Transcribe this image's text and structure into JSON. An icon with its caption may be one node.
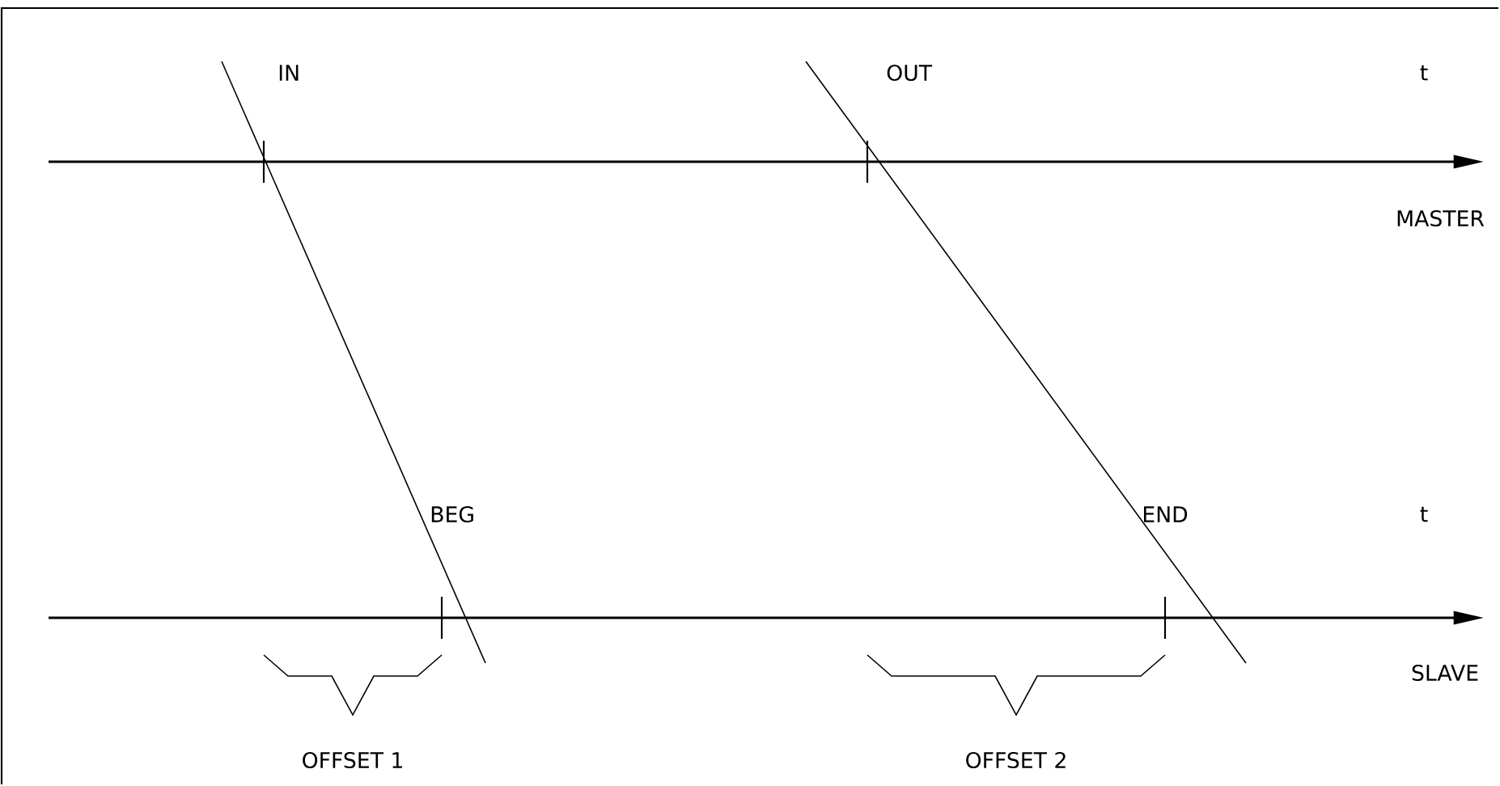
{
  "diagram": {
    "labels": [
      "IN",
      "OUT",
      "t",
      "MASTER",
      "BEG",
      "END",
      "t",
      "SLAVE",
      "OFFSET 1",
      "OFFSET 2"
    ]
  }
}
